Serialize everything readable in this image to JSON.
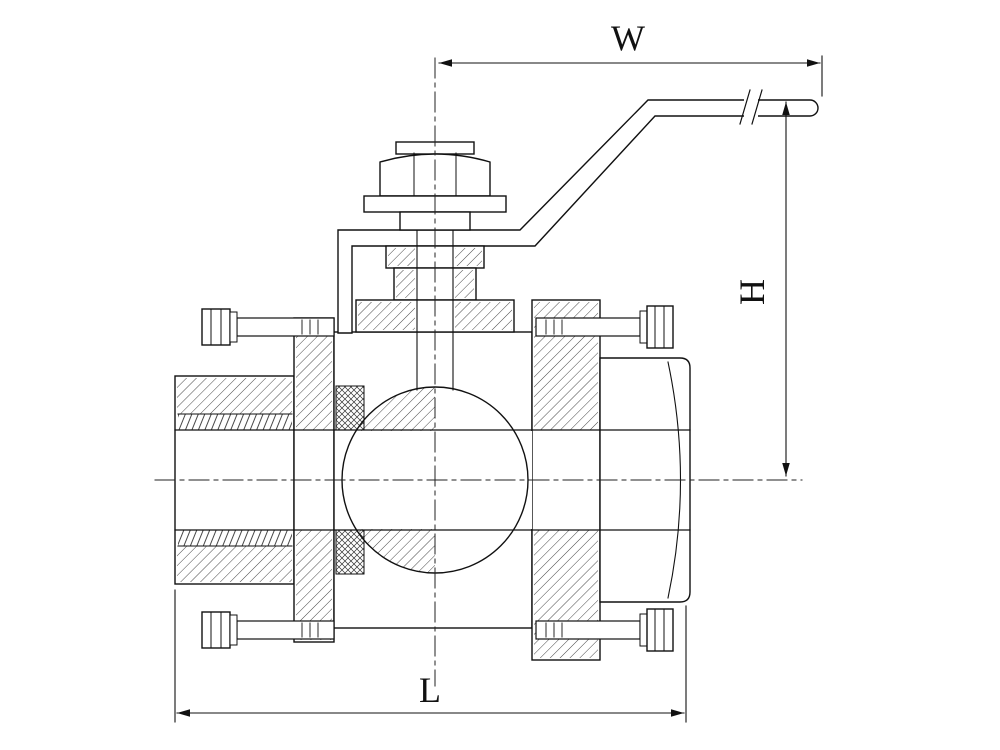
{
  "drawing": {
    "type": "technical-drawing",
    "subject": "3-piece ball valve cross-section with lever handle",
    "dimension_labels": {
      "width": "W",
      "height": "H",
      "length": "L"
    },
    "colors": {
      "line": "#111111",
      "background": "#ffffff"
    }
  }
}
